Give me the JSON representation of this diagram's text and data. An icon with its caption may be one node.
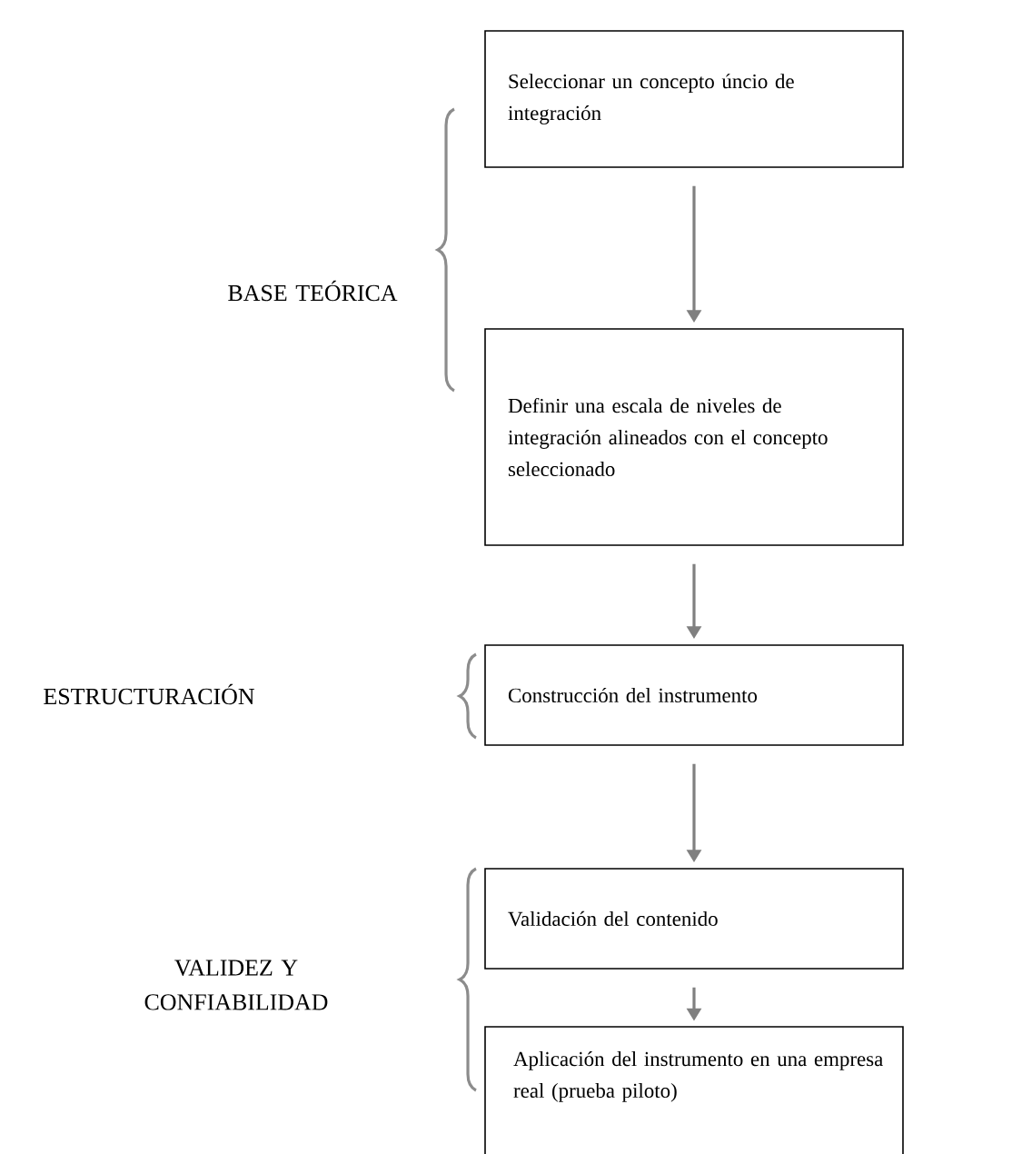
{
  "diagram": {
    "nodes": [
      {
        "text": [
          "Seleccionar un concepto úncio de integración"
        ]
      },
      {
        "text": [
          "Definir una escala de niveles de integración alineados con el concepto seleccionado"
        ]
      },
      {
        "text": [
          "Construcción del instrumento"
        ]
      },
      {
        "text": [
          "Validación del contenido"
        ]
      },
      {
        "text": [
          "Aplicación del instrumento en una empresa real (prueba piloto)"
        ]
      }
    ],
    "edges": [
      {
        "from": 0,
        "to": 1,
        "arrow": "to"
      },
      {
        "from": 1,
        "to": 2,
        "arrow": "to"
      },
      {
        "from": 2,
        "to": 3,
        "arrow": "to"
      },
      {
        "from": 3,
        "to": 4,
        "arrow": "to"
      }
    ],
    "labels": [
      "BASE TEÓRICA",
      "ESTRUCTURACIÓN",
      "VALIDEZ Y CONFIABILIDAD"
    ]
  }
}
